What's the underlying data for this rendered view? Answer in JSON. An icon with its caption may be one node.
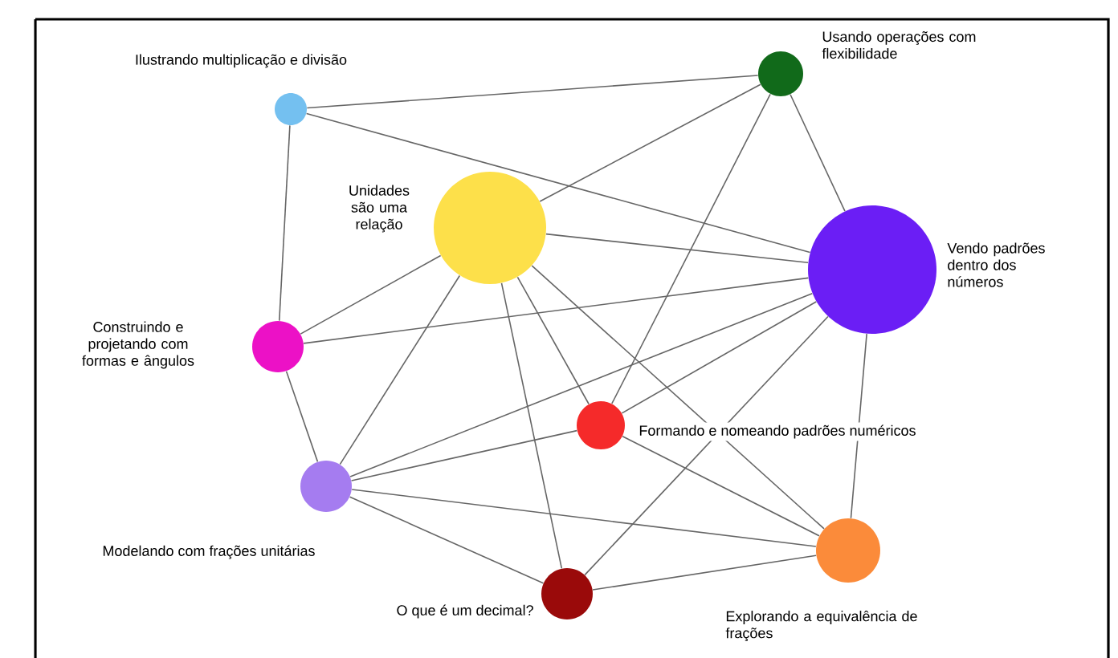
{
  "diagram": {
    "nodes": [
      {
        "text": [],
        "shape": "circle",
        "beside": [
          "Ilustrando multiplicação e divisão"
        ]
      },
      {
        "text": [],
        "shape": "circle",
        "beside": [
          "Usando operações com flexibilidade"
        ]
      },
      {
        "text": [],
        "shape": "circle",
        "beside": [
          "Unidades são uma relação"
        ]
      },
      {
        "text": [],
        "shape": "circle",
        "beside": [
          "Vendo padrões dentro dos números"
        ]
      },
      {
        "text": [],
        "shape": "circle",
        "beside": [
          "Construindo e projetando com formas e ângulos"
        ]
      },
      {
        "text": [],
        "shape": "circle",
        "beside": [
          "Formando e nomeando padrões numéricos"
        ]
      },
      {
        "text": [],
        "shape": "circle",
        "beside": [
          "Modelando com frações unitárias"
        ]
      },
      {
        "text": [],
        "shape": "circle",
        "beside": [
          "O que é um decimal?"
        ]
      },
      {
        "text": [],
        "shape": "circle",
        "beside": [
          "Explorando a equivalência de frações"
        ]
      }
    ],
    "edges": [
      {
        "from": 0,
        "to": 1,
        "arrow": "none"
      },
      {
        "from": 0,
        "to": 3,
        "arrow": "none"
      },
      {
        "from": 0,
        "to": 4,
        "arrow": "none"
      },
      {
        "from": 1,
        "to": 2,
        "arrow": "none"
      },
      {
        "from": 1,
        "to": 3,
        "arrow": "none"
      },
      {
        "from": 1,
        "to": 5,
        "arrow": "none"
      },
      {
        "from": 2,
        "to": 3,
        "arrow": "none"
      },
      {
        "from": 2,
        "to": 4,
        "arrow": "none"
      },
      {
        "from": 2,
        "to": 6,
        "arrow": "none"
      },
      {
        "from": 2,
        "to": 7,
        "arrow": "none"
      },
      {
        "from": 2,
        "to": 5,
        "arrow": "none"
      },
      {
        "from": 2,
        "to": 8,
        "arrow": "none"
      },
      {
        "from": 3,
        "to": 4,
        "arrow": "none"
      },
      {
        "from": 3,
        "to": 6,
        "arrow": "none"
      },
      {
        "from": 3,
        "to": 5,
        "arrow": "none"
      },
      {
        "from": 3,
        "to": 8,
        "arrow": "none"
      },
      {
        "from": 3,
        "to": 7,
        "arrow": "none"
      },
      {
        "from": 5,
        "to": 8,
        "arrow": "none"
      },
      {
        "from": 6,
        "to": 5,
        "arrow": "none"
      },
      {
        "from": 6,
        "to": 4,
        "arrow": "none"
      },
      {
        "from": 6,
        "to": 7,
        "arrow": "none"
      },
      {
        "from": 6,
        "to": 8,
        "arrow": "none"
      },
      {
        "from": 7,
        "to": 8,
        "arrow": "none"
      }
    ]
  }
}
